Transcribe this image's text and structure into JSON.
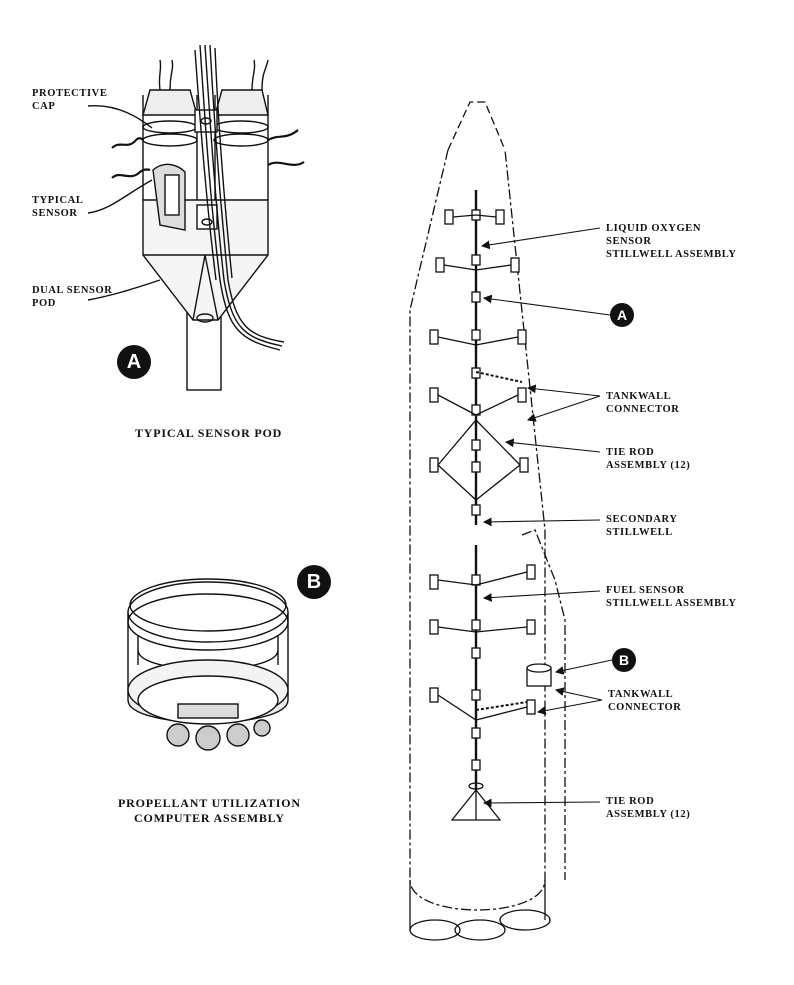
{
  "pod_detail": {
    "protective_cap": [
      "PROTECTIVE",
      "CAP"
    ],
    "typical_sensor": [
      "TYPICAL",
      "SENSOR"
    ],
    "dual_sensor_pod": [
      "DUAL SENSOR",
      "POD"
    ],
    "badge": "A",
    "caption": "TYPICAL SENSOR POD"
  },
  "computer_detail": {
    "badge": "B",
    "caption": [
      "PROPELLANT UTILIZATION",
      "COMPUTER ASSEMBLY"
    ]
  },
  "vehicle": {
    "lox_stillwell": [
      "LIQUID OXYGEN",
      "SENSOR",
      "STILLWELL ASSEMBLY"
    ],
    "callout_a": "A",
    "tankwall_connector_upper": [
      "TANKWALL",
      "CONNECTOR"
    ],
    "tie_rod_upper": [
      "TIE ROD",
      "ASSEMBLY (12)"
    ],
    "secondary_stillwell": [
      "SECONDARY",
      "STILLWELL"
    ],
    "fuel_stillwell": [
      "FUEL SENSOR",
      "STILLWELL ASSEMBLY"
    ],
    "callout_b": "B",
    "tankwall_connector_lower": [
      "TANKWALL",
      "CONNECTOR"
    ],
    "tie_rod_lower": [
      "TIE ROD",
      "ASSEMBLY (12)"
    ]
  }
}
